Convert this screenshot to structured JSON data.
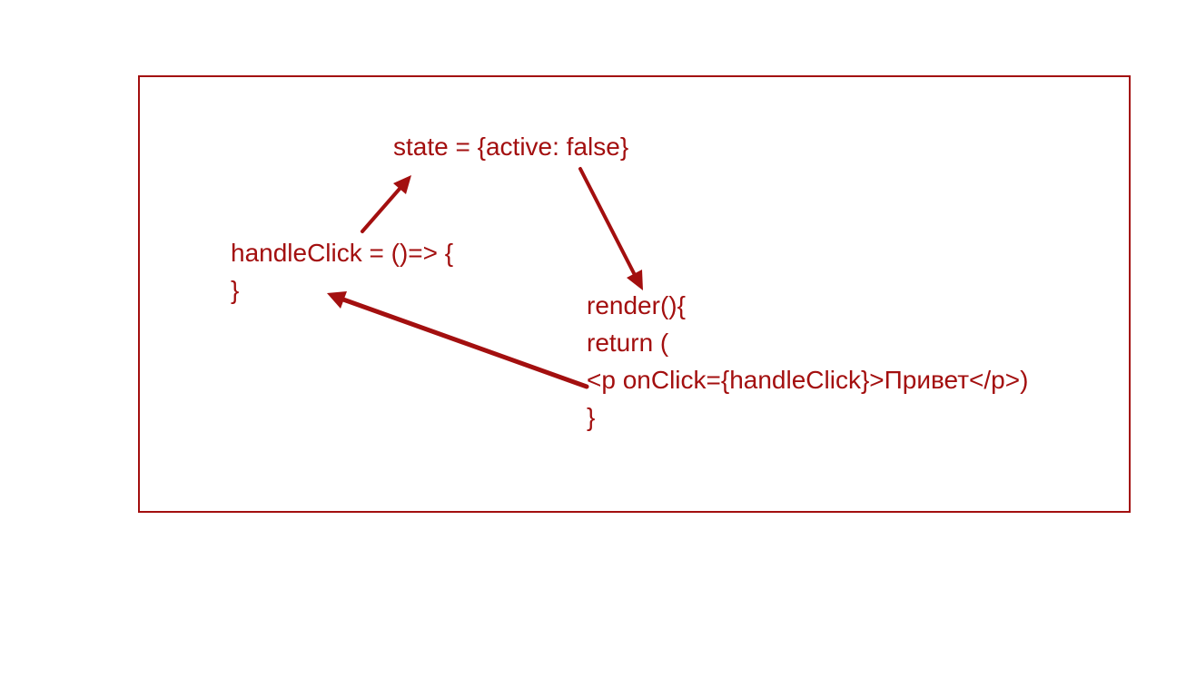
{
  "colors": {
    "ink": "#a30f0f",
    "background": "#ffffff"
  },
  "state_block": {
    "line": "state = {active: false}"
  },
  "handler_block": {
    "line1": "handleClick = ()=> {",
    "line2": "}"
  },
  "render_block": {
    "line1": "render(){",
    "line2": "return (",
    "line3": "<p onClick={handleClick}>Привет</p>)",
    "line4": "}"
  }
}
